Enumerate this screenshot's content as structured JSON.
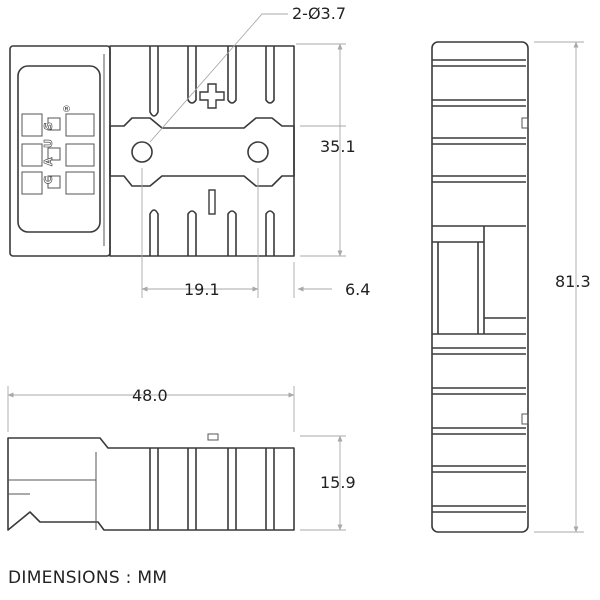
{
  "dimensions": {
    "hole_callout": "2-Ø3.7",
    "height_front": "35.1",
    "hole_spacing": "19.1",
    "edge_offset": "6.4",
    "length_total": "81.3",
    "width_total": "48.0",
    "thickness": "15.9"
  },
  "marks": {
    "positive": "+",
    "negative": "−"
  },
  "logo": {
    "lines": [
      "C",
      "A",
      "U",
      "S"
    ],
    "registered": "®"
  },
  "footer": "DIMENSIONS : MM"
}
